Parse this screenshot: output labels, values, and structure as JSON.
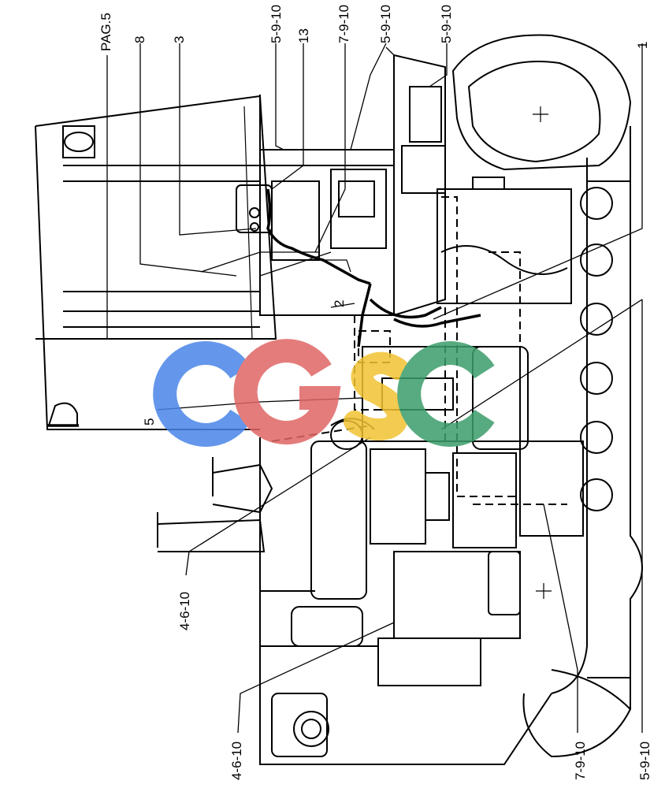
{
  "callouts": {
    "pag5": "PAG.5",
    "c8": "8",
    "c3": "3",
    "c5910_a": "5-9-10",
    "c13": "13",
    "c7910_a": "7-9-10",
    "c5910_b": "5-9-10",
    "c5910_c": "5-9-10",
    "c1": "1",
    "c2": "2",
    "c5": "5",
    "c4610_a": "4-6-10",
    "c4610_b": "4-6-10",
    "c7910_b": "7-9-10",
    "c5910_d": "5-9-10"
  },
  "watermark": {
    "text": "CGSC",
    "colors": [
      "#4a86e8",
      "#e06666",
      "#f1c232",
      "#3c9d6b"
    ]
  }
}
